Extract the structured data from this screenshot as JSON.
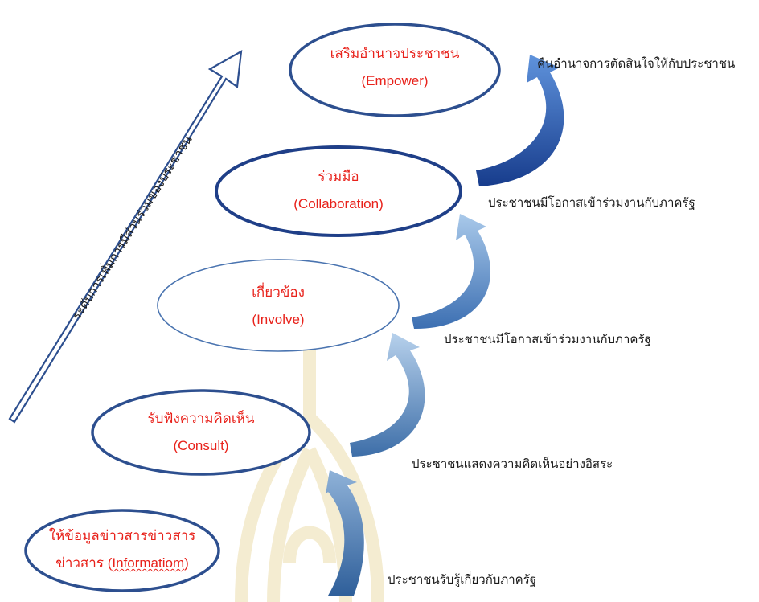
{
  "colors": {
    "ellipse_stroke": "#2d4f8f",
    "ellipse_stroke_light": "#4a74b0",
    "label_red": "#e8221b",
    "arrow_light": "#b9d4ee",
    "arrow_dark": "#2a56b0",
    "watermark": "#f3e9c9"
  },
  "levels": [
    {
      "name_th": "ให้ข้อมูลข่าวสารข่าวสาร",
      "name_prefix": "ข่าวสาร (",
      "name_en": "Informatiom",
      "name_suffix": ")"
    },
    {
      "name_th": "รับฟังความคิดเห็น",
      "name_en": "(Consult)"
    },
    {
      "name_th": "เกี่ยวข้อง",
      "name_en": "(Involve)"
    },
    {
      "name_th": "ร่วมมือ",
      "name_en": "(Collaboration)"
    },
    {
      "name_th": "เสริมอำนาจประชาชน",
      "name_en": "(Empower)"
    }
  ],
  "descriptions": [
    "ประชาชนรับรู้เกี่ยวกับภาครัฐ",
    "ประชาชนแสดงความคิดเห็นอย่างอิสระ",
    "ประชาชนมีโอกาสเข้าร่วมงานกับภาครัฐ",
    "ประชาชนมีโอกาสเข้าร่วมงานกับภาครัฐ",
    "คืนอำนาจการตัดสินใจให้กับประชาชน"
  ],
  "axis_label": "ระดับการเพิ่มการมีส่วนร่วมของประชาชน"
}
